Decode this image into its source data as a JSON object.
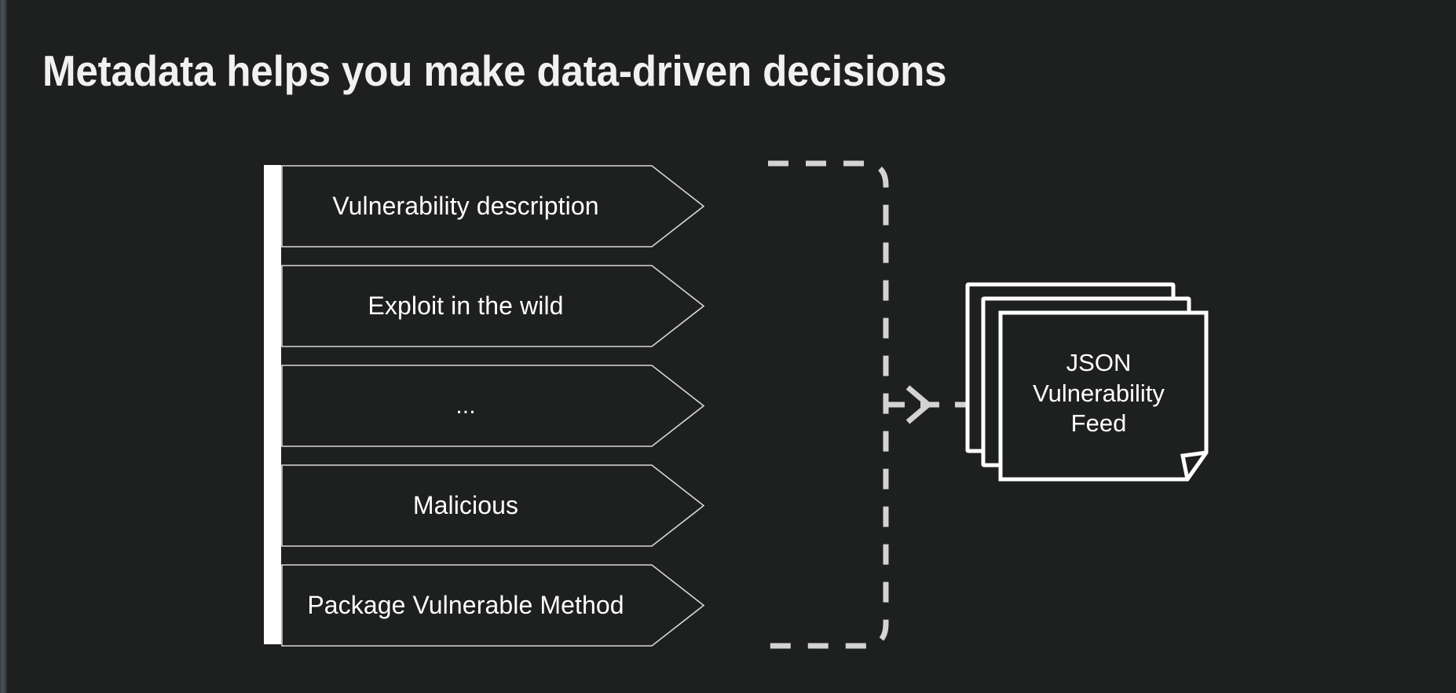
{
  "slide": {
    "title": "Metadata helps you make data-driven decisions",
    "background_color": "#1e1f1f",
    "accent_color": "#ffffff",
    "outline_color": "#d9d9d9"
  },
  "funnel": {
    "name": "metadata-attributes",
    "items": [
      {
        "label": "Vulnerability description"
      },
      {
        "label": "Exploit in the wild"
      },
      {
        "label": "..."
      },
      {
        "label": "Malicious"
      },
      {
        "label": "Package Vulnerable Method"
      }
    ]
  },
  "connector": {
    "style": "dashed-bracket-with-arrow",
    "direction": "right"
  },
  "output": {
    "name": "json-vulnerability-feed",
    "lines": [
      "JSON",
      "Vulnerability",
      "Feed"
    ],
    "card_count": 3
  }
}
